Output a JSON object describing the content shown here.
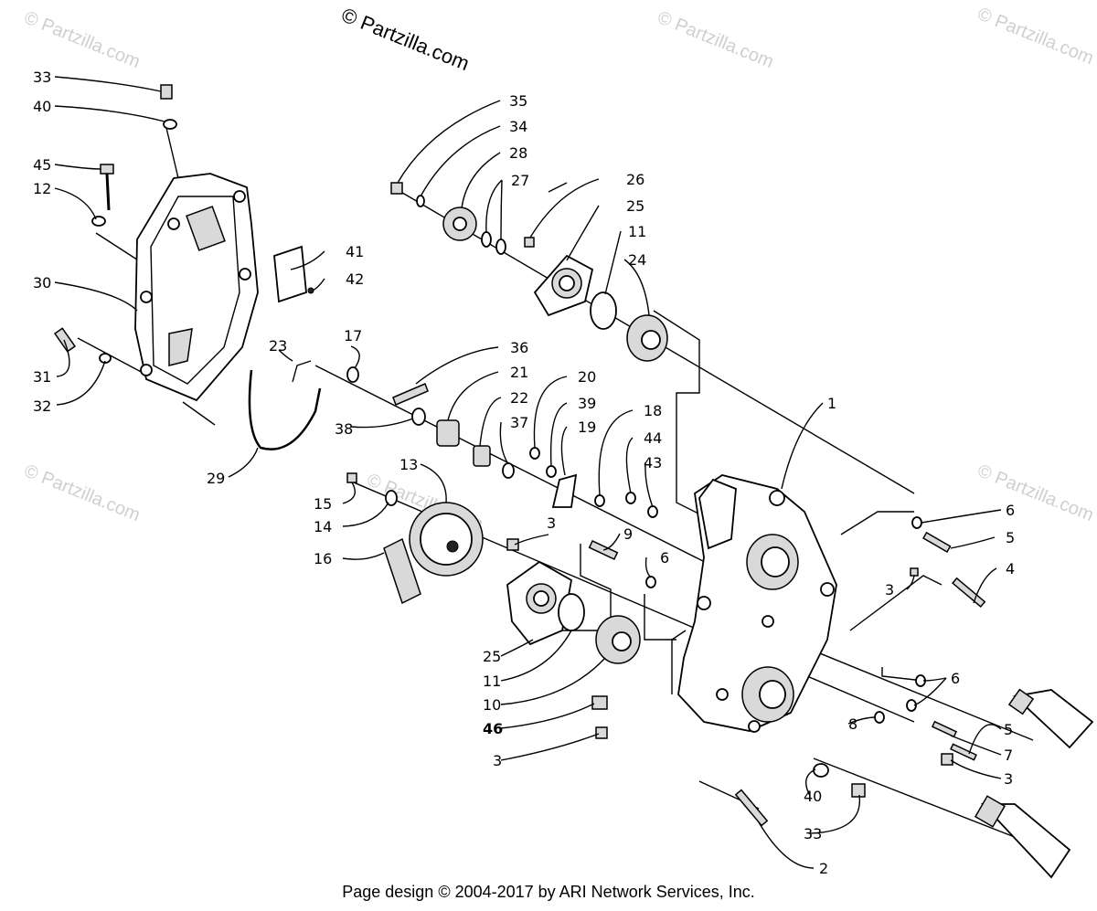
{
  "watermark": {
    "main": "© Partzilla.com",
    "faded": [
      "© Partzilla.com",
      "© Partzilla.com",
      "© Partzilla.com",
      "© Partzilla.com",
      "© Partzilla.com",
      "© Partzilla.com"
    ]
  },
  "callouts": {
    "c1": "1",
    "c2": "2",
    "c3a": "3",
    "c3b": "3",
    "c3c": "3",
    "c3d": "3",
    "c4": "4",
    "c5a": "5",
    "c5b": "5",
    "c6a": "6",
    "c6b": "6",
    "c6c": "6",
    "c7": "7",
    "c8": "8",
    "c9": "9",
    "c10": "10",
    "c11a": "11",
    "c11b": "11",
    "c12": "12",
    "c13": "13",
    "c14": "14",
    "c15": "15",
    "c16": "16",
    "c17": "17",
    "c18": "18",
    "c19": "19",
    "c20": "20",
    "c21": "21",
    "c22": "22",
    "c23": "23",
    "c24": "24",
    "c25a": "25",
    "c25b": "25",
    "c26": "26",
    "c27": "27",
    "c28": "28",
    "c29": "29",
    "c30": "30",
    "c31": "31",
    "c32": "32",
    "c33a": "33",
    "c33b": "33",
    "c34": "34",
    "c35": "35",
    "c36": "36",
    "c37": "37",
    "c38": "38",
    "c39": "39",
    "c40a": "40",
    "c40b": "40",
    "c41": "41",
    "c42": "42",
    "c43": "43",
    "c44": "44",
    "c45": "45",
    "c46": "46"
  },
  "footer": "Page design © 2004-2017 by ARI Network Services, Inc."
}
